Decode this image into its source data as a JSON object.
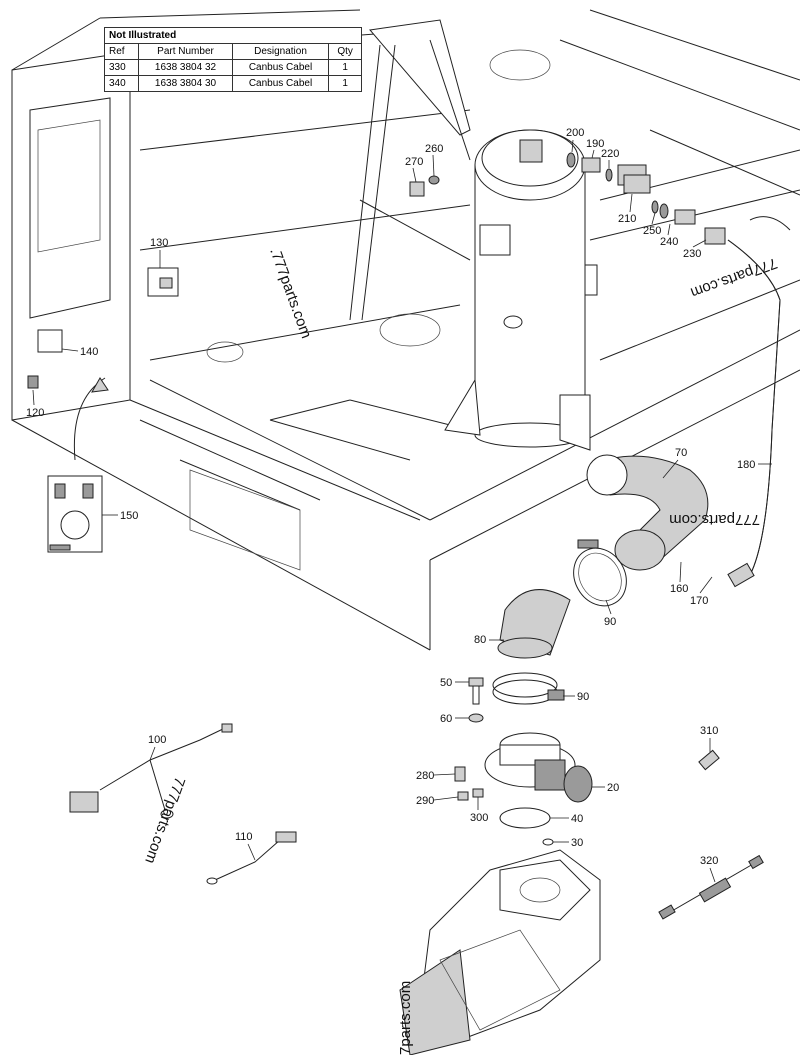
{
  "table": {
    "title": "Not Illustrated",
    "headers": [
      "Ref",
      "Part Number",
      "Designation",
      "Qty"
    ],
    "rows": [
      [
        "330",
        "1638 3804 32",
        "Canbus Cabel",
        "1"
      ],
      [
        "340",
        "1638 3804 30",
        "Canbus Cabel",
        "1"
      ]
    ]
  },
  "callouts": [
    "200",
    "190",
    "220",
    "270",
    "260",
    "210",
    "250",
    "240",
    "230",
    "130",
    "140",
    "120",
    "150",
    "70",
    "180",
    "160",
    "170",
    "90",
    "80",
    "50",
    "90",
    "60",
    "310",
    "280",
    "20",
    "290",
    "300",
    "40",
    "30",
    "100",
    "110",
    "320"
  ],
  "watermarks": [
    ".777parts.com",
    "777parts.com",
    "777parts.com",
    "777parts.com",
    "7parts.com"
  ]
}
